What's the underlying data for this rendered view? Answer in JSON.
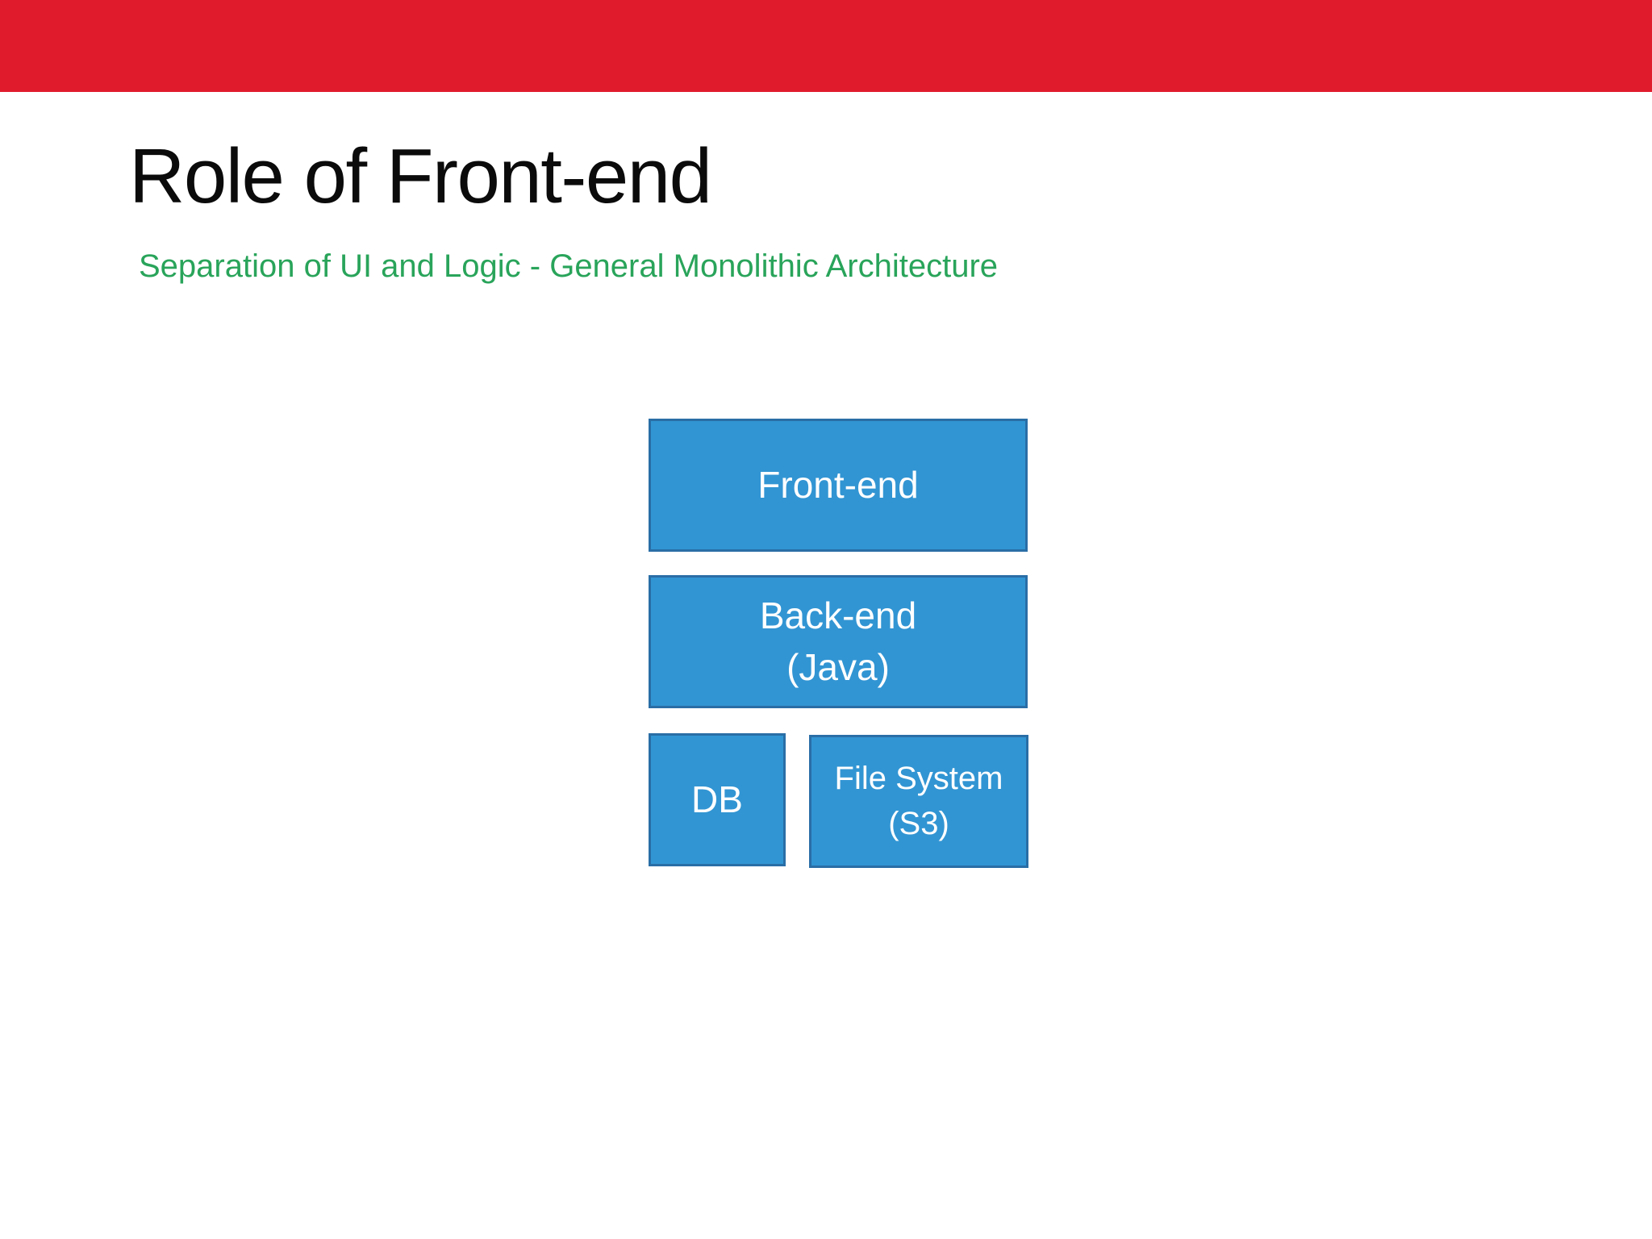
{
  "slide": {
    "title": "Role of Front-end",
    "subtitle": "Separation of UI and Logic - General Monolithic Architecture",
    "colors": {
      "banner_red": "#e01b2c",
      "title_black": "#0b0b0b",
      "subtitle_green": "#29a45a",
      "box_blue": "#3295d3",
      "box_border_blue": "#2a6ea6",
      "box_text_white": "#ffffff"
    },
    "diagram": {
      "boxes": [
        {
          "name": "front-end",
          "lines": [
            "Front-end"
          ]
        },
        {
          "name": "back-end",
          "lines": [
            "Back-end",
            "(Java)"
          ]
        },
        {
          "name": "db",
          "lines": [
            "DB"
          ]
        },
        {
          "name": "file-system",
          "lines": [
            "File System",
            "(S3)"
          ]
        }
      ]
    }
  }
}
